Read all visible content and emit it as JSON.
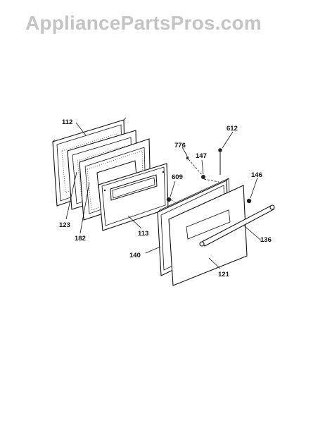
{
  "watermark": "AppliancePartsPros.com",
  "parts": {
    "p112": "112",
    "p123": "123",
    "p182": "182",
    "p113": "113",
    "p609": "609",
    "p776": "776",
    "p147": "147",
    "p612": "612",
    "p146": "146",
    "p140": "140",
    "p121": "121",
    "p136": "136"
  }
}
